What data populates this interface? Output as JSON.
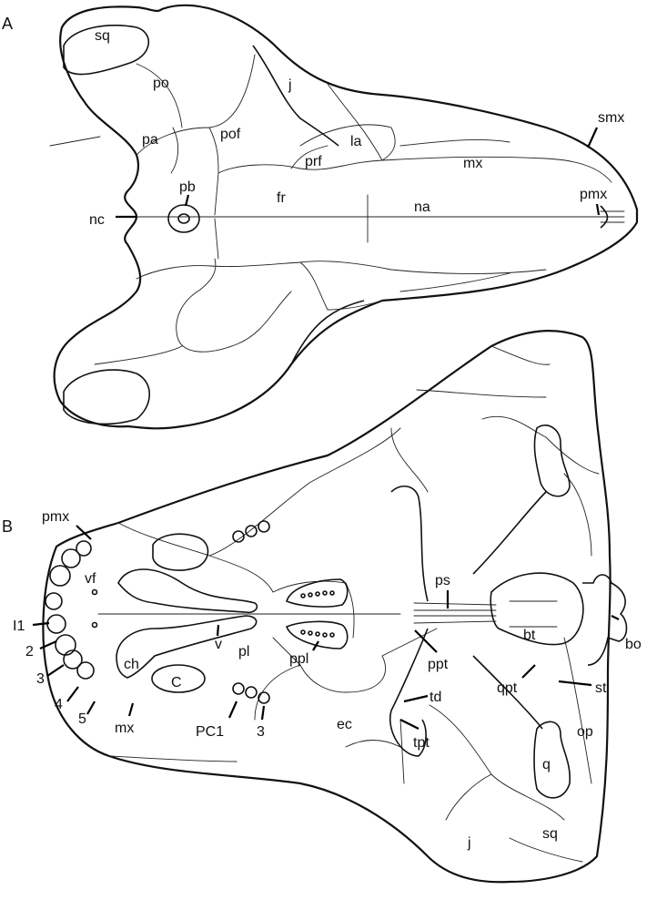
{
  "panels": {
    "a": "A",
    "b": "B"
  },
  "dorsal_labels": {
    "sq": "sq",
    "po": "po",
    "j": "j",
    "pa": "pa",
    "pof": "pof",
    "la": "la",
    "prf": "prf",
    "mx": "mx",
    "smx": "smx",
    "pb": "pb",
    "fr": "fr",
    "na": "na",
    "pmx": "pmx",
    "nc": "nc"
  },
  "ventral_labels": {
    "pmx": "pmx",
    "vf": "vf",
    "i1": "I1",
    "i2": "2",
    "i3": "3",
    "i4": "4",
    "i5": "5",
    "ch": "ch",
    "v": "v",
    "c": "C",
    "mx": "mx",
    "pl": "pl",
    "ppl": "ppl",
    "pc1": "PC1",
    "pc3": "3",
    "ps": "ps",
    "ppt": "ppt",
    "bt": "bt",
    "bo": "bo",
    "qpt": "qpt",
    "st": "st",
    "ec": "ec",
    "td": "td",
    "tpt": "tpt",
    "op": "op",
    "q": "q",
    "j": "j",
    "sq": "sq"
  }
}
